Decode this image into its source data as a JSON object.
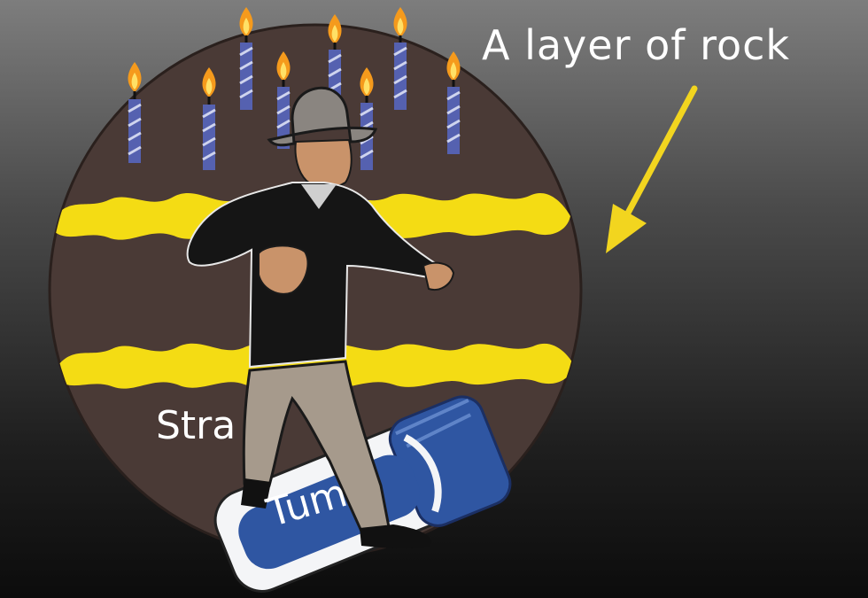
{
  "caption": "A layer of rock",
  "strata_label": "Stra",
  "antacid_label": "Tum",
  "colors": {
    "background_top": "#7d7d7d",
    "background_bottom": "#0c0c0c",
    "cake": "#4a3a36",
    "frosting_band": "#f4dc14",
    "candle": "#5561b0",
    "candle_stripe": "#cfd4ee",
    "flame": "#f59a1c",
    "arrow": "#f2d51f",
    "wrapper_blue": "#2f56a2",
    "wrapper_white": "#f4f5f7",
    "text": "#ffffff"
  },
  "icons": {
    "candles": "birthday-candle-icon",
    "arrow": "arrow-down-left-icon",
    "figure": "fedora-explorer-figure",
    "antacid_roll": "antacid-roll-icon"
  }
}
